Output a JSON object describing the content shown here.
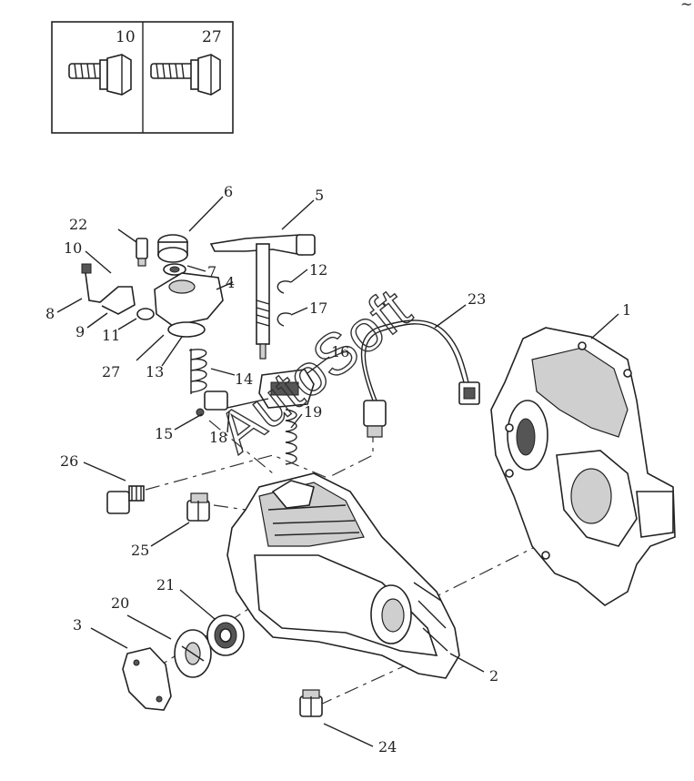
{
  "diagram": {
    "watermark": "AutoSoft",
    "corner_mark": "~",
    "inset": {
      "bolt_a": "10",
      "bolt_b": "27"
    },
    "callouts": [
      "1",
      "2",
      "3",
      "4",
      "5",
      "6",
      "7",
      "8",
      "9",
      "10",
      "11",
      "12",
      "13",
      "14",
      "15",
      "16",
      "17",
      "18",
      "19",
      "20",
      "21",
      "22",
      "23",
      "24",
      "25",
      "26",
      "27"
    ]
  }
}
